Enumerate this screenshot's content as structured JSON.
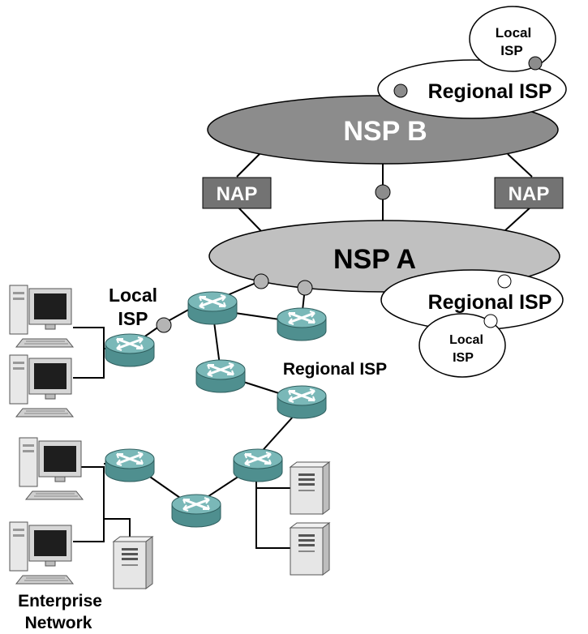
{
  "diagram": {
    "nsp_b": "NSP B",
    "nsp_a": "NSP A",
    "nap_left": "NAP",
    "nap_right": "NAP",
    "regional_isp_top": "Regional ISP",
    "local_isp_top_line1": "Local",
    "local_isp_top_line2": "ISP",
    "regional_isp_right": "Regional ISP",
    "local_isp_right_line1": "Local",
    "local_isp_right_line2": "ISP",
    "local_isp_left_line1": "Local",
    "local_isp_left_line2": "ISP",
    "regional_isp_mid": "Regional ISP",
    "enterprise_line1": "Enterprise",
    "enterprise_line2": "Network"
  },
  "colors": {
    "nsp_b_fill": "#8c8c8c",
    "nsp_a_fill": "#c0c0c0",
    "nap_fill": "#737373",
    "router_top": "#7ab8b8",
    "router_side": "#4f8f8f",
    "link_dot": "#b4b4b4"
  }
}
